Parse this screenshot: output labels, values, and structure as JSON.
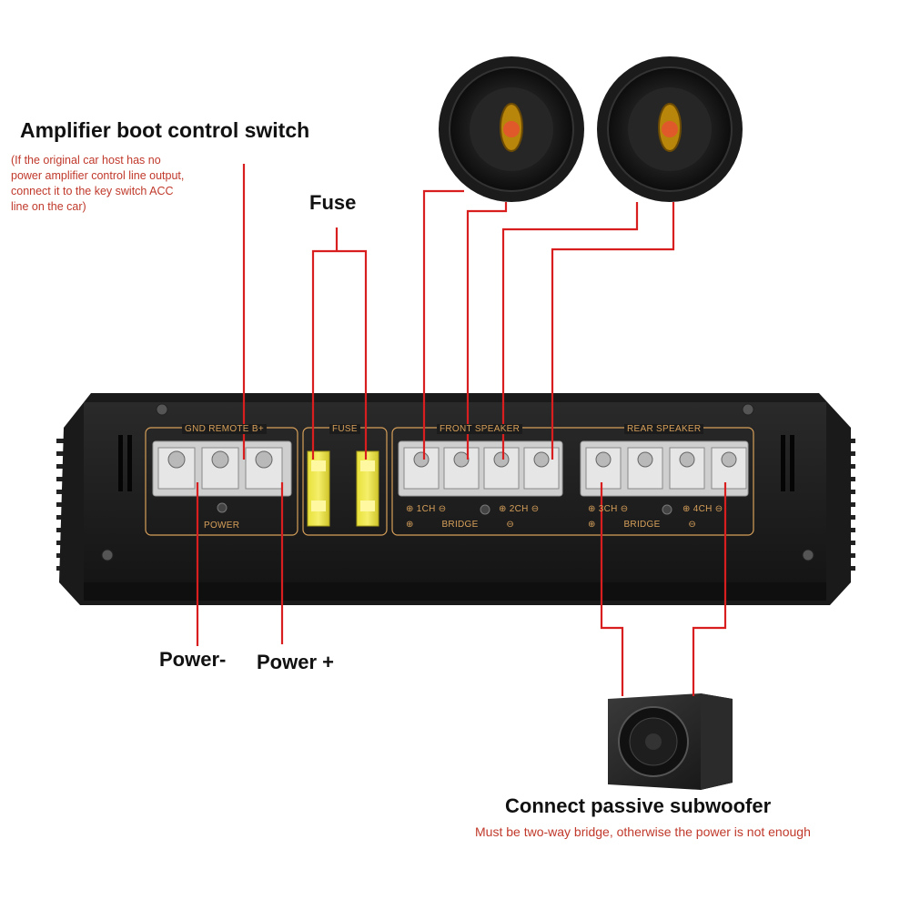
{
  "labels": {
    "switch_title": "Amplifier boot control switch",
    "switch_note": [
      "(If the original car host has no",
      "power amplifier control line output,",
      "connect it to the key switch ACC",
      "line on the car)"
    ],
    "fuse": "Fuse",
    "power_minus": "Power-",
    "power_plus": "Power +",
    "subwoofer_title": "Connect passive subwoofer",
    "subwoofer_note": "Must be two-way bridge, otherwise the power is not enough"
  },
  "panel": {
    "power_header": "GND  REMOTE  B+",
    "power_footer": "POWER",
    "fuse_header": "FUSE",
    "front_header": "FRONT SPEAKER",
    "rear_header": "REAR SPEAKER",
    "ch1": "⊕ 1CH ⊖",
    "ch2": "⊕ 2CH ⊖",
    "ch3": "⊕ 3CH ⊖",
    "ch4": "⊕ 4CH ⊖",
    "bridge_front": "⊕          BRIDGE          ⊖",
    "bridge_rear": "⊕          BRIDGE          ⊖"
  },
  "colors": {
    "wire": "#d81e1e",
    "amp_body": "#1e1e1e",
    "panel_text": "#d7a05a",
    "note_red": "#c0392b"
  }
}
